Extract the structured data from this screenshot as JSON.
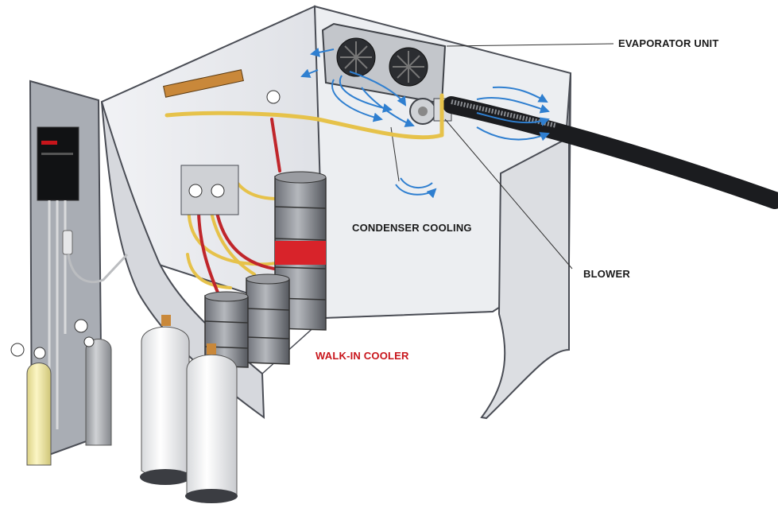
{
  "labels": {
    "evaporator_unit": "EVAPORATOR UNIT",
    "condenser_cooling": "CONDENSER COOLING",
    "blower": "BLOWER",
    "walk_in_cooler": "WALK-IN COOLER"
  },
  "colors": {
    "walk_in_label": "#c8151b",
    "wall_fill": "#e9eaee",
    "wall_edge": "#4a4d55",
    "panel_fill": "#a9adb4",
    "yellow_line": "#e6c24a",
    "red_line": "#c0262b",
    "air_flow": "#2f7fd0",
    "cylinder_yellow": "#f3ecaa",
    "keg_band": "#d8232a"
  },
  "icons": [
    "fan-icon",
    "air-flow-icon",
    "keg-icon",
    "gas-cylinder-icon",
    "regulator-gauge-icon",
    "trunk-line-icon"
  ]
}
